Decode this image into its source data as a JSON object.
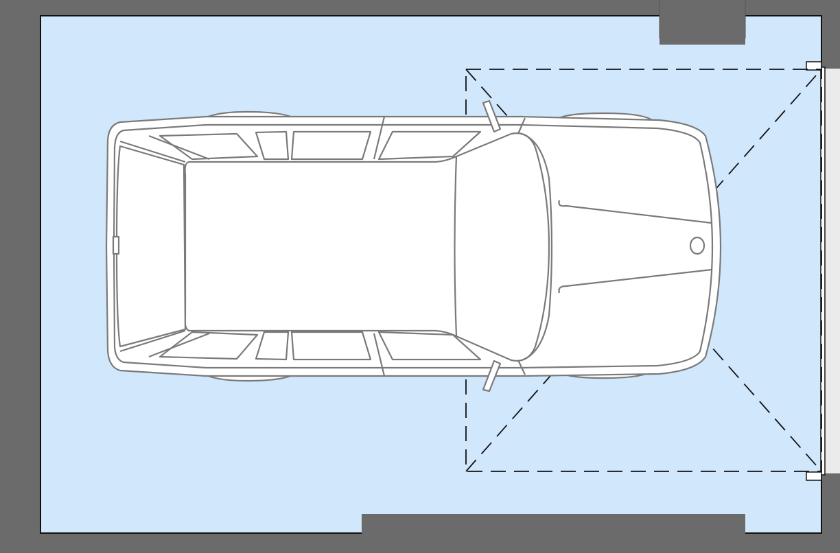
{
  "diagram": {
    "kind": "garage-floor-plan",
    "colors": {
      "wall": "#6b6b6b",
      "floor": "#d1e7fc",
      "car_fill": "#ffffff",
      "car_stroke": "#7a7a7a",
      "line": "#111111",
      "door": "#ebebeb"
    },
    "elements": {
      "car": "car-top-view",
      "door": "overhead-garage-door",
      "door_swing": "dashed-door-projection"
    }
  }
}
